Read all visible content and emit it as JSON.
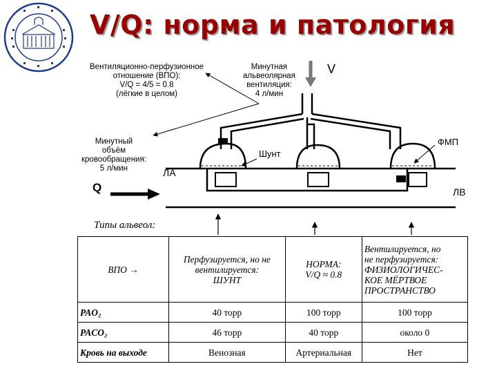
{
  "title": "V/Q: норма и патология",
  "labels": {
    "vpo": [
      "Вентиляционно-перфузионное",
      "отношение (ВПО):",
      "V/Q = 4/5 = 0.8",
      "(лёгкие в целом)"
    ],
    "vent": [
      "Минутная",
      "альвеолярная",
      "вентиляция:",
      "4 л/мин"
    ],
    "v_symbol": "V",
    "blood": [
      "Минутный",
      "объём",
      "кровообращения:",
      "5 л/мин"
    ],
    "q_symbol": "Q",
    "shunt": "Шунт",
    "fmp": "ФМП",
    "la": "ЛА",
    "lv": "ЛВ"
  },
  "table": {
    "caption": "Типы альвеол:",
    "header": {
      "vpo": "ВПО →",
      "col1": [
        "Перфузируется, но не",
        "вентилируется:",
        "ШУНТ"
      ],
      "col2": [
        "НОРМА:",
        "V/Q ≈ 0.8"
      ],
      "col3": [
        "Вентилируется, но",
        "не перфузируется:",
        "ФИЗИОЛОГИЧЕС-",
        "КОЕ МЁРТВОЕ",
        "ПРОСТРАНСТВО"
      ]
    },
    "rows": [
      {
        "label": "PAO₂",
        "values": [
          "40 торр",
          "100 торр",
          "100 торр"
        ]
      },
      {
        "label": "PACO₂",
        "values": [
          "46 торр",
          "40 торр",
          "около 0"
        ]
      },
      {
        "label": "Кровь на выходе",
        "values": [
          "Венозная",
          "Артериальная",
          "Нет"
        ]
      }
    ]
  },
  "colors": {
    "title": "#990000",
    "logo": "#1f3b8c"
  }
}
